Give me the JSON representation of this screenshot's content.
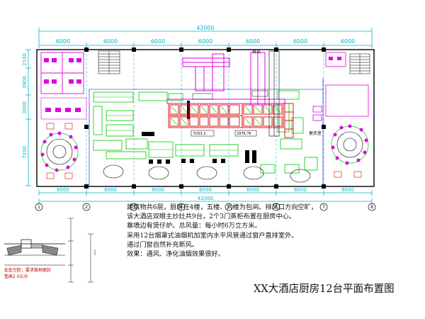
{
  "drawing": {
    "title": "XX大酒店厨房12台平面布置图",
    "overall_dimension": "42000",
    "bottom_dimension": "42000",
    "bay_dimensions_top": [
      "6000",
      "6000",
      "6000",
      "6000",
      "6000",
      "6000",
      "6000"
    ],
    "bay_dimensions_bottom": [
      "6000",
      "6000",
      "6000",
      "6000",
      "6000",
      "6000",
      "6000"
    ],
    "left_dimensions": [
      "2100",
      "3900",
      "3000",
      "7200"
    ],
    "axis_labels": [
      "1",
      "2",
      "3",
      "4",
      "5",
      "6",
      "7",
      "8"
    ],
    "room_labels": {
      "exhaust": "排风",
      "kitchen_dims": [
        "5353.1",
        "2976.76"
      ],
      "right_room": "更衣室"
    },
    "notes": [
      "建筑物共6层，厨房在4楼，五楼、六楼为包间。排风口方向空旷，",
      "该大酒店双眼主炒灶共9台，2个3门蒸柜布置在厨房中心。",
      "靠墙边有煲仔炉。总风量：每小时6万立方米。",
      "采用12台烟罩式油烟机加室内水平风管通过窗户直排室外。",
      "通过门窗自然补充新风。",
      "效果：通风、净化油烟效果很好。"
    ],
    "detail_note": [
      "此处空腔，要求做地面封",
      "墊高2 0公分"
    ],
    "colors": {
      "cyan": "#00b4c8",
      "green": "#00c800",
      "magenta": "#e000e0",
      "red": "#e00000",
      "blue": "#0000e0",
      "black": "#000000"
    }
  }
}
